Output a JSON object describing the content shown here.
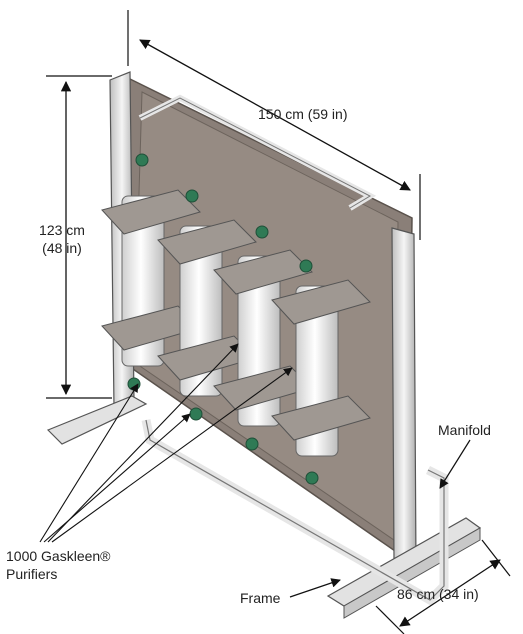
{
  "dimensions": {
    "width": "150 cm (59 in)",
    "height_line1": "123 cm",
    "height_line2": "(48 in)",
    "depth": "86 cm (34 in)"
  },
  "callouts": {
    "manifold": "Manifold",
    "purifiers_line1": "1000 Gaskleen®",
    "purifiers_line2": "Purifiers",
    "frame": "Frame"
  },
  "colors": {
    "panel": "#8a7f78",
    "frame": "#d9d9d9",
    "purifier": "#f2f2f2",
    "valve": "#2f7a55"
  }
}
